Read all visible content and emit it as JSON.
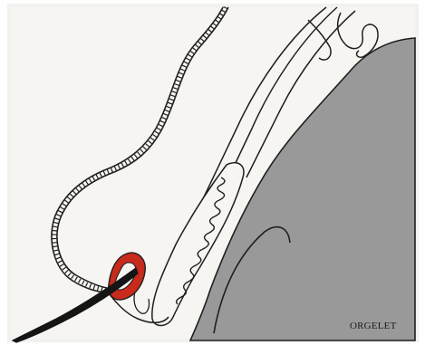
{
  "figure": {
    "caption": "ORGELET",
    "colors": {
      "background": "#fefefe",
      "frame": "#f1f1ef",
      "paper": "#f6f5f2",
      "eyeball": "#999999",
      "eyeball_outline": "#1f1f1f",
      "line": "#1f1f1f",
      "stye_red": "#c82a1c",
      "lash": "#151515"
    },
    "icons": [
      "eyelid-cross-section",
      "eyeball",
      "stye-lesion",
      "eyelash",
      "tarsal-gland"
    ]
  }
}
